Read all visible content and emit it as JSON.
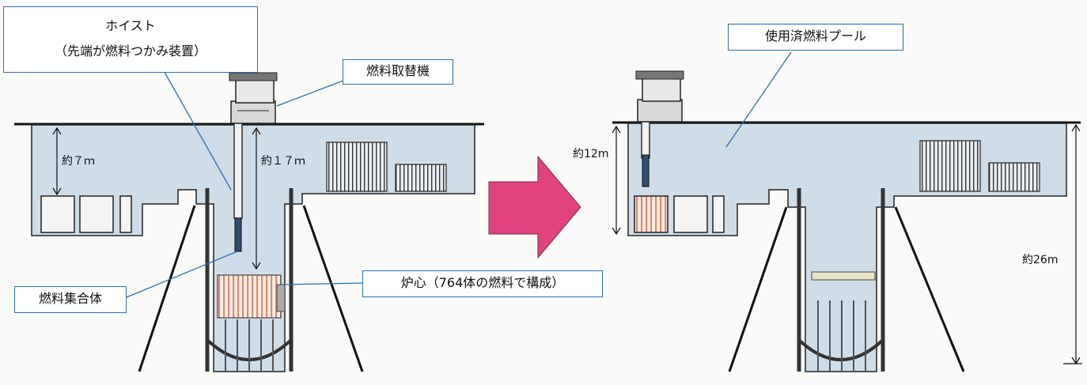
{
  "labels": {
    "hoist_title": "ホイスト",
    "hoist_subtitle": "（先端が燃料つかみ装置）",
    "refueling_machine": "燃料取替機",
    "fuel_assembly": "燃料集合体",
    "core": "炉心（764体の燃料で構成）",
    "spent_fuel_pool": "使用済燃料プール"
  },
  "dimensions": {
    "left_upper_depth": "約７ｍ",
    "left_cavity_depth": "約１７ｍ",
    "right_upper_depth": "約12m",
    "right_total_depth": "約26m"
  },
  "colors": {
    "water": "#cfdde8",
    "arrow": "#e0437e",
    "callout_border": "#2a6fb0",
    "fuel_stripes": "#e08a6e"
  }
}
